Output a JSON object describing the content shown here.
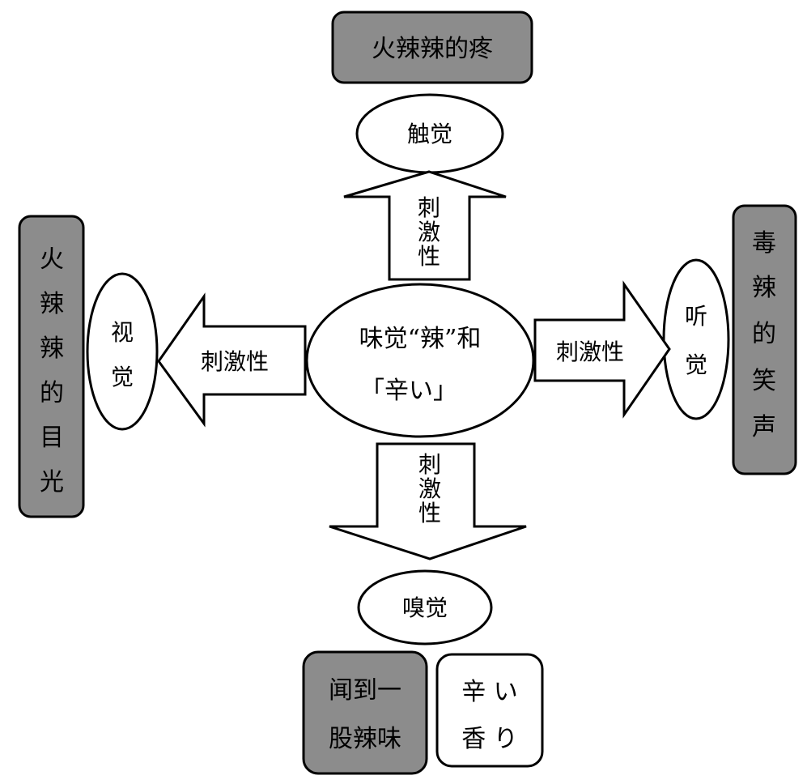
{
  "center": {
    "line1": "味觉“辣”和",
    "line2": "「辛い」"
  },
  "top": {
    "box": "火辣辣的疼",
    "sense": "触觉",
    "arrow": [
      "刺",
      "激",
      "性"
    ]
  },
  "left": {
    "box": [
      "火",
      "辣",
      "辣",
      "的",
      "目",
      "光"
    ],
    "sense": [
      "视",
      "觉"
    ],
    "arrow": "刺激性"
  },
  "right": {
    "box": [
      "毒",
      "辣",
      "的",
      "笑",
      "声"
    ],
    "sense": [
      "听",
      "觉"
    ],
    "arrow": "刺激性"
  },
  "bottom": {
    "arrow": [
      "刺",
      "激",
      "性"
    ],
    "sense": "嗅觉",
    "box_left": [
      "闻到一",
      "股辣味"
    ],
    "box_right": [
      "辛 い",
      "香 り"
    ]
  },
  "colors": {
    "box_fill": "#8c8c8c",
    "stroke": "#000000",
    "background": "#ffffff"
  }
}
